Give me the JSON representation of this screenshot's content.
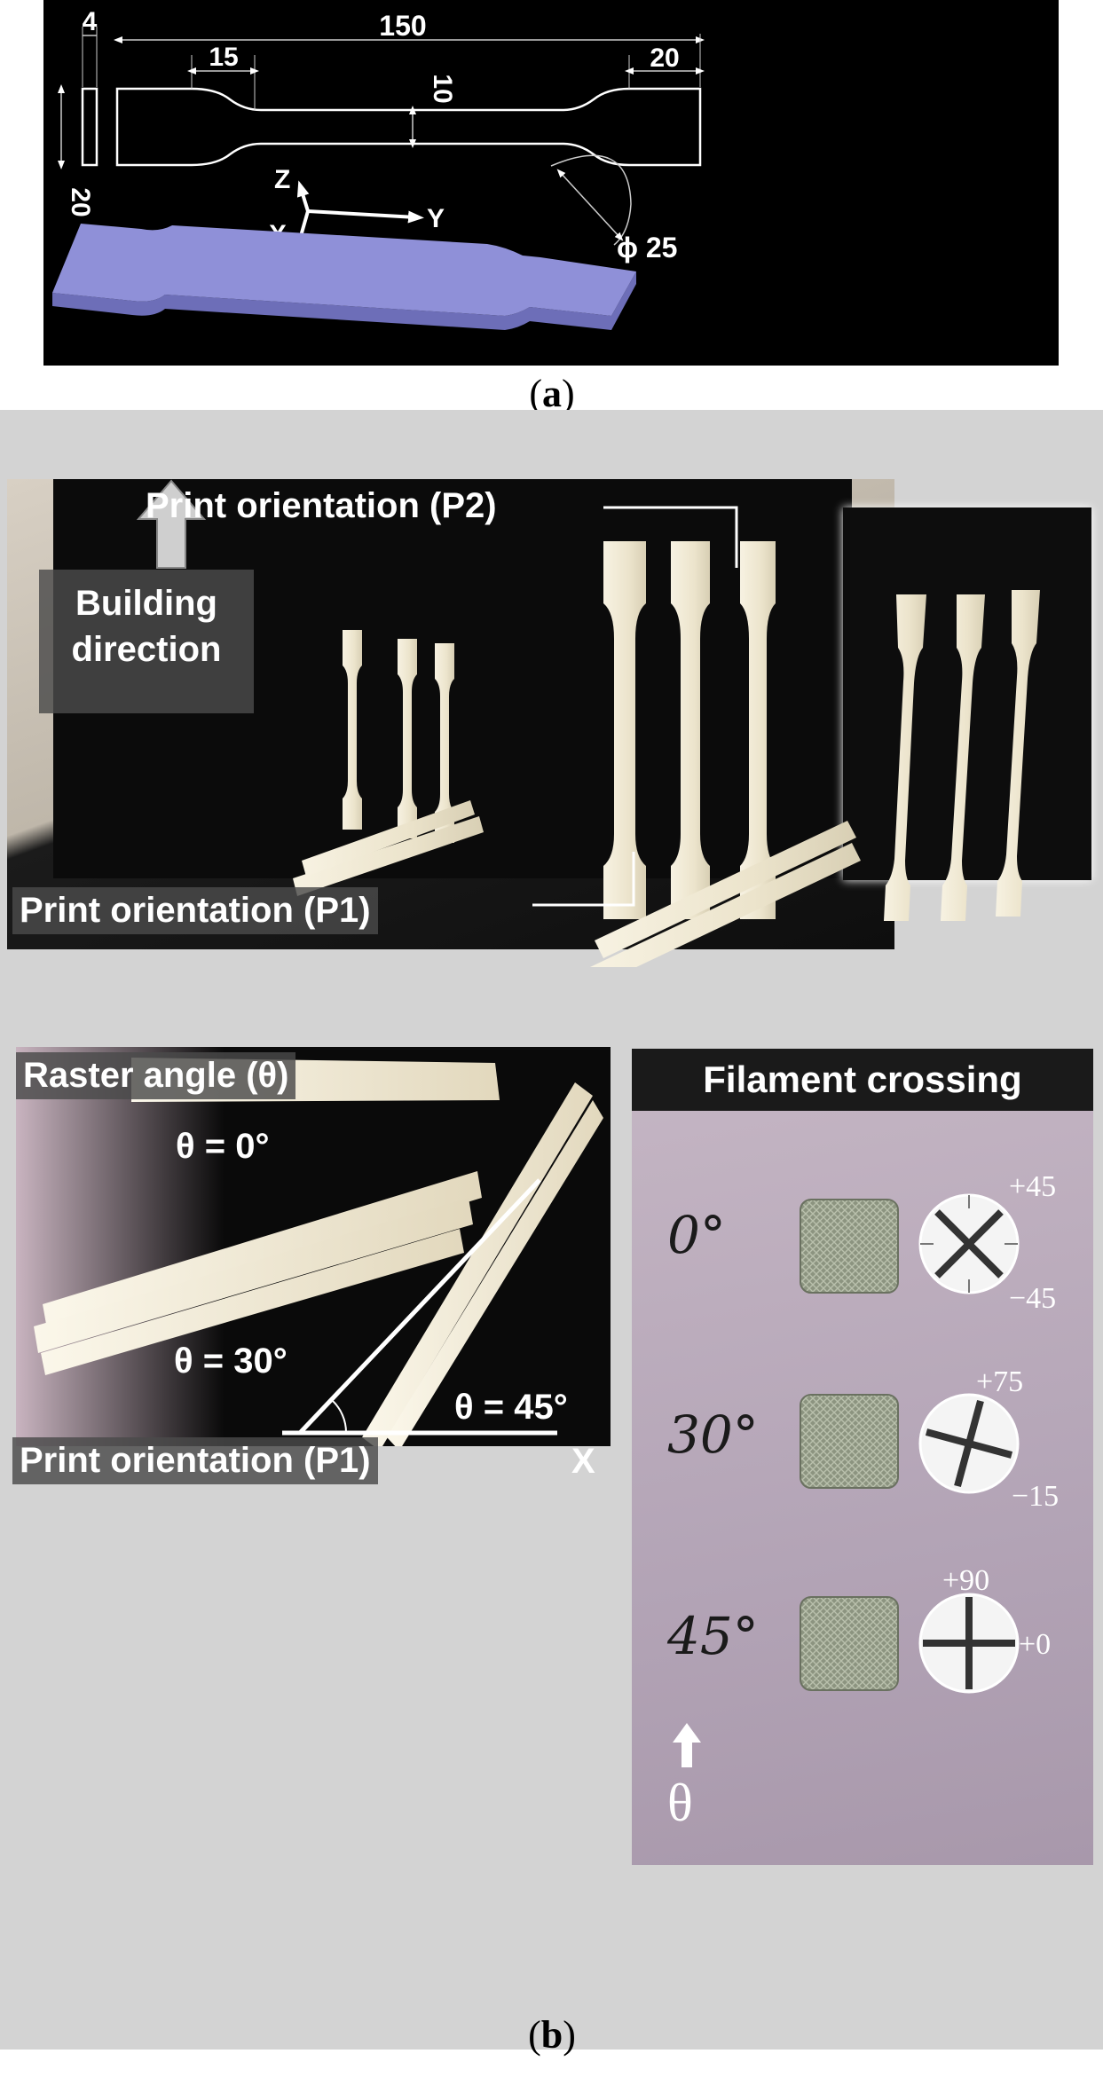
{
  "panel_a": {
    "caption": "a",
    "dims": {
      "thickness": "4",
      "length": "150",
      "radius_len": "15",
      "grip": "20",
      "gauge_width": "10",
      "width": "20",
      "diameter": "ϕ 25"
    },
    "axes": {
      "z": "Z",
      "x": "X",
      "y": "Y"
    },
    "colors": {
      "background": "#000000",
      "specimen": "#8f90d8",
      "specimen_side": "#6d6eb8",
      "lines": "#ffffff"
    }
  },
  "panel_b": {
    "caption": "b",
    "top": {
      "p2_label": "Print orientation (P2)",
      "building_line1": "Building",
      "building_line2": "direction",
      "p1_label": "Print orientation (P1)"
    },
    "bottom_left": {
      "title": "Raster angle (θ)",
      "theta0": "θ = 0°",
      "theta30": "θ = 30°",
      "theta45": "θ = 45°",
      "x_axis": "X",
      "p1_label": "Print orientation (P1)"
    },
    "bottom_right": {
      "title": "Filament crossing",
      "rows": [
        {
          "angle": "0°",
          "top_label": "+45",
          "bottom_label": "−45"
        },
        {
          "angle": "30°",
          "top_label": "+75",
          "bottom_label": "−15"
        },
        {
          "angle": "45°",
          "top_label": "+90",
          "bottom_label": "+0"
        }
      ],
      "theta_symbol": "θ"
    },
    "colors": {
      "frame": "#d3d3d3",
      "printed_part": "#f2ecd8",
      "filament_bg": "#b8aab8"
    }
  }
}
